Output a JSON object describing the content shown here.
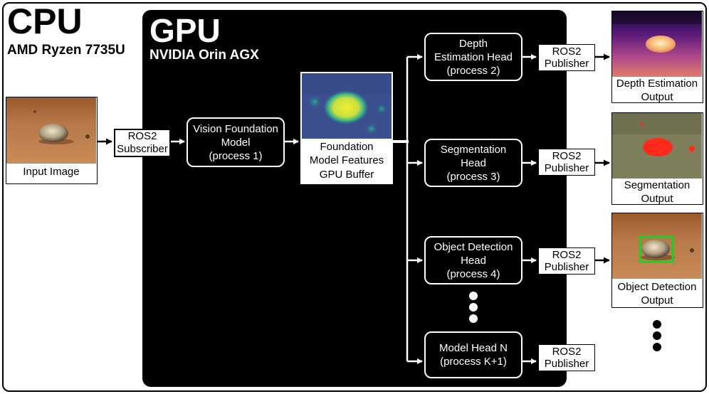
{
  "cpu": {
    "title": "CPU",
    "subtitle": "AMD Ryzen 7735U"
  },
  "gpu": {
    "title": "GPU",
    "subtitle": "NVIDIA Orin AGX"
  },
  "input": {
    "caption": "Input Image"
  },
  "subscriber": {
    "label": "ROS2\nSubscriber"
  },
  "foundation_model": {
    "label": "Vision Foundation\nModel\n(process 1)"
  },
  "features": {
    "label": "Foundation\nModel Features",
    "buffer_label": "GPU Buffer"
  },
  "heads": [
    {
      "label": "Depth\nEstimation Head\n(process 2)",
      "publisher": "ROS2\nPublisher"
    },
    {
      "label": "Segmentation\nHead\n(process 3)",
      "publisher": "ROS2\nPublisher"
    },
    {
      "label": "Object Detection\nHead\n(process 4)",
      "publisher": "ROS2\nPublisher"
    },
    {
      "label": "Model Head N\n(process K+1)",
      "publisher": "ROS2\nPublisher"
    }
  ],
  "outputs": [
    {
      "caption": "Depth Estimation\nOutput"
    },
    {
      "caption": "Segmentation\nOutput"
    },
    {
      "caption": "Object Detection\nOutput"
    }
  ],
  "colors": {
    "gpu_panel": "#000000",
    "detection_box": "#22cc22",
    "segmentation_blob": "#ff2a1a",
    "feature_blob": "#e0e020"
  }
}
